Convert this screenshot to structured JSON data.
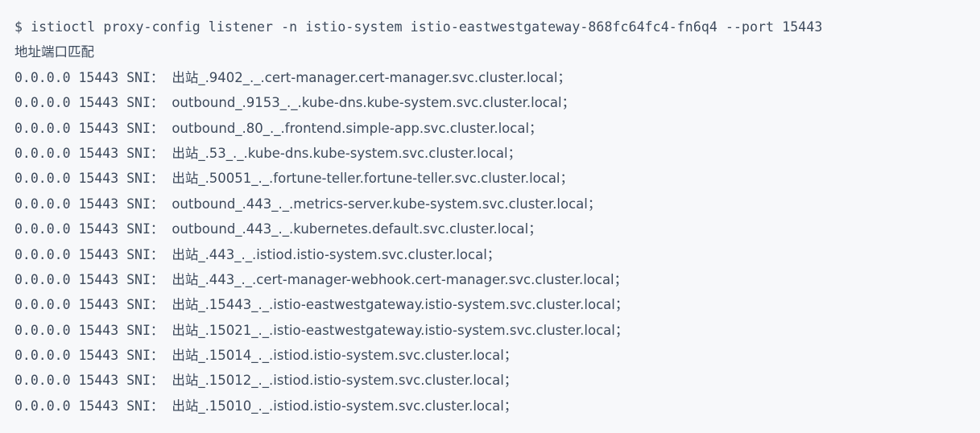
{
  "terminal": {
    "prompt_symbol": "$",
    "command": "istioctl proxy-config listener -n istio-system istio-eastwestgateway-868fc64fc4-fn6q4 --port 15443",
    "command_full": "$ istioctl proxy-config listener -n istio-system istio-eastwestgateway-868fc64fc4-fn6q4 --port 15443",
    "header": "地址端口匹配",
    "colors": {
      "background": "#f7f8fa",
      "text": "#3d4a5c"
    },
    "row_prefix": "0.0.0.0 15443 SNI",
    "separator": "：",
    "terminator": "；",
    "rows": [
      {
        "address": "0.0.0.0",
        "port": "15443",
        "label": "SNI",
        "direction": "出站",
        "sni": "出站_.9402_._.cert-manager.cert-manager.svc.cluster.local",
        "sni_suffix": "_.9402_._.cert-manager.cert-manager.svc.cluster.local"
      },
      {
        "address": "0.0.0.0",
        "port": "15443",
        "label": "SNI",
        "direction": "outbound",
        "sni": "outbound_.9153_._.kube-dns.kube-system.svc.cluster.local",
        "sni_suffix": "_.9153_._.kube-dns.kube-system.svc.cluster.local"
      },
      {
        "address": "0.0.0.0",
        "port": "15443",
        "label": "SNI",
        "direction": "outbound",
        "sni": "outbound_.80_._.frontend.simple-app.svc.cluster.local",
        "sni_suffix": "_.80_._.frontend.simple-app.svc.cluster.local"
      },
      {
        "address": "0.0.0.0",
        "port": "15443",
        "label": "SNI",
        "direction": "出站",
        "sni": "出站_.53_._.kube-dns.kube-system.svc.cluster.local",
        "sni_suffix": "_.53_._.kube-dns.kube-system.svc.cluster.local"
      },
      {
        "address": "0.0.0.0",
        "port": "15443",
        "label": "SNI",
        "direction": "出站",
        "sni": "出站_.50051_._.fortune-teller.fortune-teller.svc.cluster.local",
        "sni_suffix": "_.50051_._.fortune-teller.fortune-teller.svc.cluster.local"
      },
      {
        "address": "0.0.0.0",
        "port": "15443",
        "label": "SNI",
        "direction": "outbound",
        "sni": "outbound_.443_._.metrics-server.kube-system.svc.cluster.local",
        "sni_suffix": "_.443_._.metrics-server.kube-system.svc.cluster.local"
      },
      {
        "address": "0.0.0.0",
        "port": "15443",
        "label": "SNI",
        "direction": "outbound",
        "sni": "outbound_.443_._.kubernetes.default.svc.cluster.local",
        "sni_suffix": "_.443_._.kubernetes.default.svc.cluster.local"
      },
      {
        "address": "0.0.0.0",
        "port": "15443",
        "label": "SNI",
        "direction": "出站",
        "sni": "出站_.443_._.istiod.istio-system.svc.cluster.local",
        "sni_suffix": "_.443_._.istiod.istio-system.svc.cluster.local"
      },
      {
        "address": "0.0.0.0",
        "port": "15443",
        "label": "SNI",
        "direction": "出站",
        "sni": "出站_.443_._.cert-manager-webhook.cert-manager.svc.cluster.local",
        "sni_suffix": "_.443_._.cert-manager-webhook.cert-manager.svc.cluster.local"
      },
      {
        "address": "0.0.0.0",
        "port": "15443",
        "label": "SNI",
        "direction": "出站",
        "sni": "出站_.15443_._.istio-eastwestgateway.istio-system.svc.cluster.local",
        "sni_suffix": "_.15443_._.istio-eastwestgateway.istio-system.svc.cluster.local"
      },
      {
        "address": "0.0.0.0",
        "port": "15443",
        "label": "SNI",
        "direction": "出站",
        "sni": "出站_.15021_._.istio-eastwestgateway.istio-system.svc.cluster.local",
        "sni_suffix": "_.15021_._.istio-eastwestgateway.istio-system.svc.cluster.local"
      },
      {
        "address": "0.0.0.0",
        "port": "15443",
        "label": "SNI",
        "direction": "出站",
        "sni": "出站_.15014_._.istiod.istio-system.svc.cluster.local",
        "sni_suffix": "_.15014_._.istiod.istio-system.svc.cluster.local"
      },
      {
        "address": "0.0.0.0",
        "port": "15443",
        "label": "SNI",
        "direction": "出站",
        "sni": "出站_.15012_._.istiod.istio-system.svc.cluster.local",
        "sni_suffix": "_.15012_._.istiod.istio-system.svc.cluster.local"
      },
      {
        "address": "0.0.0.0",
        "port": "15443",
        "label": "SNI",
        "direction": "出站",
        "sni": "出站_.15010_._.istiod.istio-system.svc.cluster.local",
        "sni_suffix": "_.15010_._.istiod.istio-system.svc.cluster.local"
      }
    ]
  }
}
